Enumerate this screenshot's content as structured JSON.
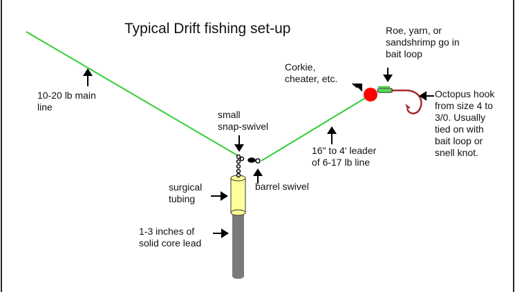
{
  "title": "Typical Drift fishing set-up",
  "labels": {
    "main_line": "10-20 lb main\nline",
    "snap_swivel": "small\nsnap-swivel",
    "barrel_swivel": "barrel swivel",
    "surgical_tubing": "surgical\ntubing",
    "lead": "1-3 inches of\nsolid core lead",
    "leader": "16\" to 4' leader\nof 6-17 lb line",
    "corkie": "Corkie,\ncheater, etc.",
    "bait": "Roe, yarn, or\nsandshrimp go in\nbait loop",
    "hook": "Octopus hook\nfrom size 4 to\n3/0. Usually\ntied on with\nbait loop or\nsnell knot."
  },
  "colors": {
    "line": "#33cc33",
    "tubing": "#ffff99",
    "lead": "#7a7a7a",
    "corkie": "#ff0000",
    "hook": "#a52a2a",
    "text": "#111111"
  }
}
